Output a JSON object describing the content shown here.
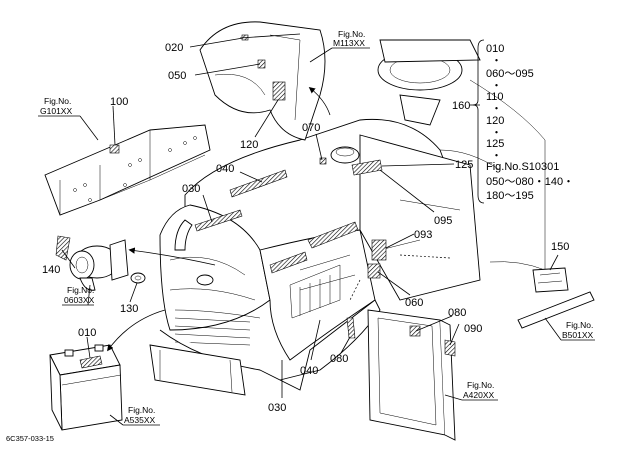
{
  "figure_id": "6C357-033-15",
  "callouts": {
    "c020": "020",
    "c050": "050",
    "c100": "100",
    "c120": "120",
    "c070": "070",
    "c160": "160",
    "c125": "125",
    "c040": "040",
    "c030": "030",
    "c095": "095",
    "c093": "093",
    "c140": "140",
    "c130": "130",
    "c060": "060",
    "c150": "150",
    "c010": "010",
    "c080a": "080",
    "c090": "090",
    "c080b": "080",
    "c030b": "030",
    "c040b": "040"
  },
  "fig_refs": {
    "m113": {
      "label": "Fig.No.",
      "code": "M113XX"
    },
    "g101": {
      "label": "Fig.No.",
      "code": "G101XX"
    },
    "f0603": {
      "label": "Fig.No.",
      "code": "0603XX"
    },
    "a535": {
      "label": "Fig.No.",
      "code": "A535XX"
    },
    "b501": {
      "label": "Fig.No.",
      "code": "B501XX"
    },
    "a420": {
      "label": "Fig.No.",
      "code": "A420XX"
    }
  },
  "applicability_list": [
    "010",
    "・",
    "060〜095",
    "・",
    "110",
    "・",
    "120",
    "・",
    "125",
    "・",
    "Fig.No.S10301",
    "050〜080・140・",
    "180〜195"
  ]
}
